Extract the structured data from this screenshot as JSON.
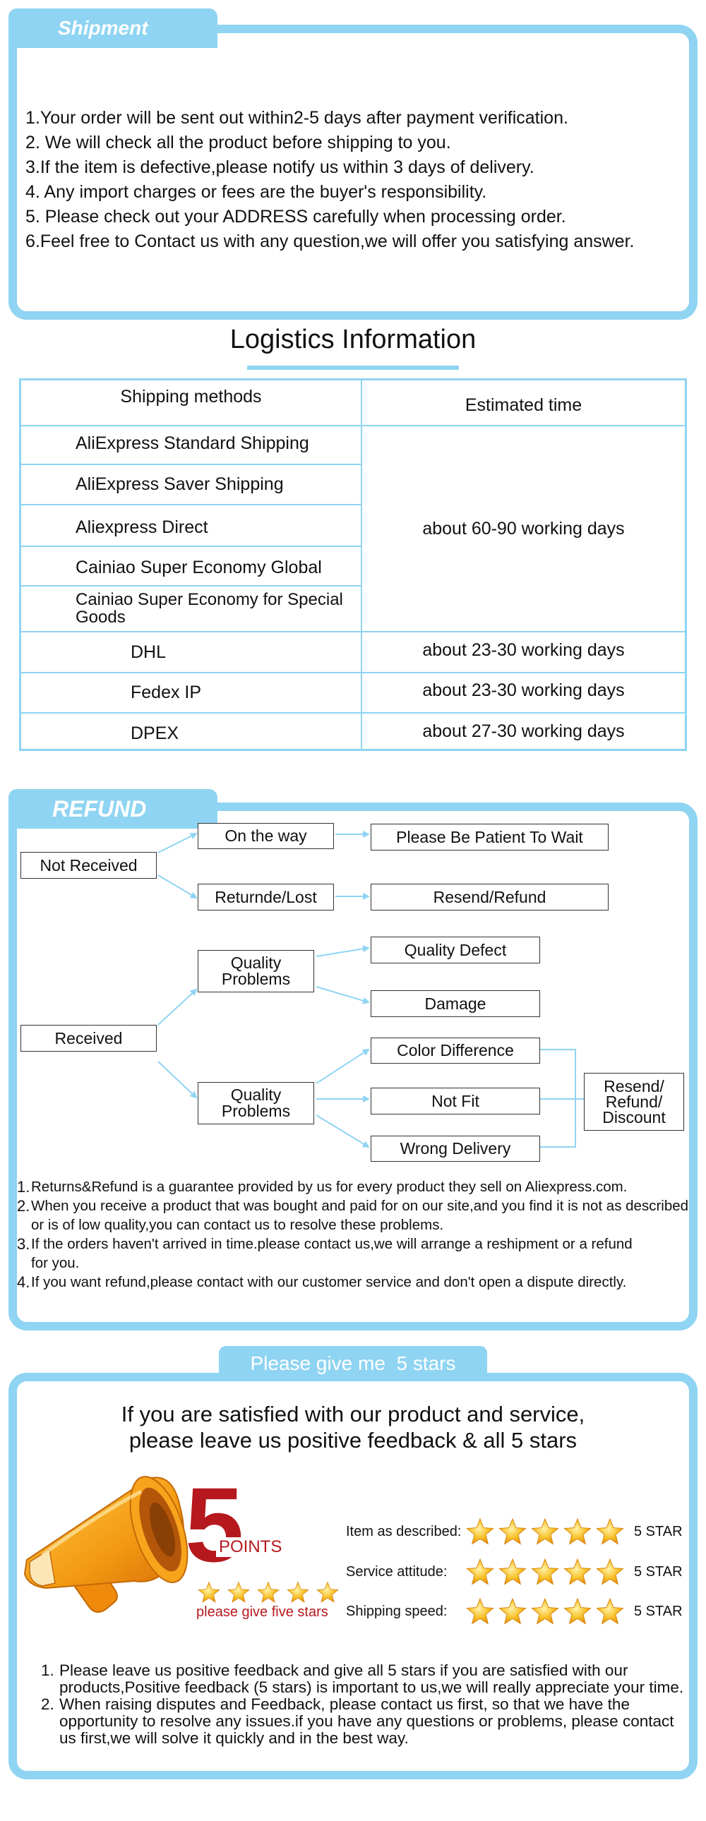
{
  "shipment": {
    "tab_label": "Shipment",
    "items": [
      "1.Your order will be sent out within2-5 days after payment verification.",
      "2. We will check all the product before shipping to you.",
      "3.If the item is defective,please notify us within 3 days of delivery.",
      "4. Any import charges or fees are the buyer's responsibility.",
      "5. Please check out your ADDRESS carefully when processing order.",
      "6.Feel free to Contact us with any question,we will offer you satisfying answer."
    ]
  },
  "logistics": {
    "title": "Logistics Information",
    "header_method": "Shipping methods",
    "header_time": "Estimated time",
    "group_methods": [
      "AliExpress Standard Shipping",
      "AliExpress Saver Shipping",
      "Aliexpress Direct",
      "Cainiao Super Economy Global",
      "Cainiao Super Economy for Special Goods"
    ],
    "group_time": "about 60-90 working days",
    "express": [
      {
        "method": "DHL",
        "time": "about 23-30 working days"
      },
      {
        "method": "Fedex IP",
        "time": "about 23-30 working days"
      },
      {
        "method": "DPEX",
        "time": "about 27-30 working days"
      }
    ]
  },
  "refund": {
    "tab_label": "REFUND",
    "not_received": "Not Received",
    "on_the_way": "On the way",
    "patient": "Please Be Patient To Wait",
    "returned_lost": "Returnde/Lost",
    "resend_refund": "Resend/Refund",
    "received": "Received",
    "quality_problems_1": "Quality Problems",
    "quality_defect": "Quality Defect",
    "damage": "Damage",
    "quality_problems_2": "Quality Problems",
    "color_difference": "Color Difference",
    "not_fit": "Not Fit",
    "wrong_delivery": "Wrong Delivery",
    "resend_refund_discount": "Resend/ Refund/ Discount",
    "notes": [
      {
        "num": "1.",
        "text": "Returns&Refund is a guarantee provided by us for every product they sell on Aliexpress.com."
      },
      {
        "num": "2.",
        "text": "When you receive a product that was bought and paid for on our site,and you find it is not as described or is of low quality,you can contact us to resolve these problems."
      },
      {
        "num": "3.",
        "text": "If the orders haven't arrived in time.please contact us,we will arrange a reshipment or a refund for you."
      },
      {
        "num": "4.",
        "text": "If you want refund,please contact with our customer service and don't open a dispute directly."
      }
    ]
  },
  "stars": {
    "tab_label": "Please give me  5 stars",
    "headline_1": "If you are satisfied with our product and service,",
    "headline_2": "please leave us positive feedback & all 5 stars",
    "big_number": "5",
    "points": "POINTS",
    "give_five": "please give five stars",
    "ratings": [
      {
        "label": "Item as described:",
        "stars": 5,
        "value": "5 STAR"
      },
      {
        "label": "Service attitude:",
        "stars": 5,
        "value": "5 STAR"
      },
      {
        "label": "Shipping speed:",
        "stars": 5,
        "value": "5 STAR"
      }
    ],
    "notes": [
      {
        "num": "1.",
        "text": "Please leave us positive feedback and give all 5 stars if you are satisfied with our products,Positive feedback (5 stars) is important to us,we will really appreciate your time."
      },
      {
        "num": "2.",
        "text": "When raising disputes and Feedback, please contact us first, so that we have the opportunity to resolve any issues.if you have any questions or problems, please contact us first,we will solve it quickly and in the best way."
      }
    ]
  },
  "colors": {
    "accent": "#8fd4f2",
    "red": "#b5191e",
    "star": "#f5a623"
  },
  "icons": [
    "megaphone-icon",
    "star-icon",
    "arrow-icon"
  ]
}
